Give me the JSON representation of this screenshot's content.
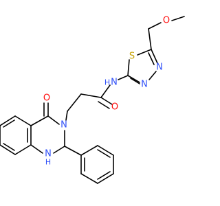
{
  "structure": {
    "atom_labels": {
      "methoxy_o": "O",
      "thiadiazole_s": "S",
      "thiadiazole_n_upper": "N",
      "thiadiazole_n_lower": "N",
      "amide_n": "N",
      "amide_h": "H",
      "amide_o": "O",
      "ketone_o": "O",
      "ring_n3": "N",
      "ring_n1": "N",
      "ring_n1_h": "H"
    },
    "colors": {
      "bond": "#000000",
      "oxygen": "#ff0d0d",
      "nitrogen": "#3050f8",
      "sulfur": "#c6a200",
      "carbon": "#000000"
    }
  }
}
